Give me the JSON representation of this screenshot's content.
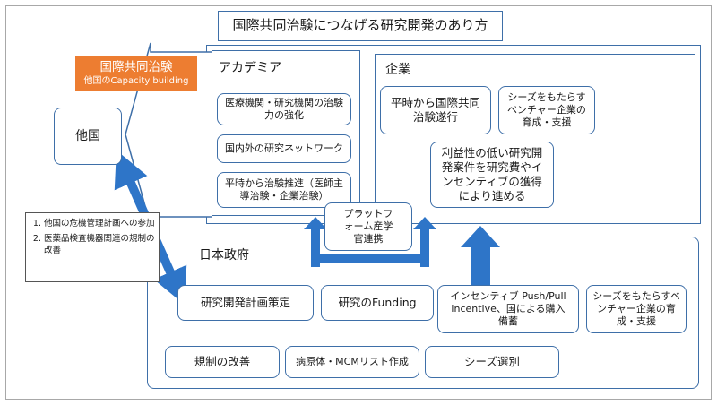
{
  "title": "国際共同治験につなげる研究開発のあり方",
  "intl_trial": {
    "title": "国際共同治験",
    "subtitle": "他国のCapacity building"
  },
  "other_country": "他国",
  "academia": {
    "title": "アカデミア",
    "items": [
      "医療機関・研究機関の治験力の強化",
      "国内外の研究ネットワーク",
      "平時から治験推進（医師主導治験・企業治験）"
    ]
  },
  "industry": {
    "title": "企業",
    "items": [
      "平時から国際共同治験遂行",
      "シーズをもたらすベンチャー企業の育成・支援",
      "利益性の低い研究開発案件を研究費やインセンティブの獲得により進める"
    ]
  },
  "platform": "プラットフォーム産学官連携",
  "government": {
    "title": "日本政府",
    "items": [
      "研究開発計画策定",
      "研究のFunding",
      "インセンティブ Push/Pull incentive、国による購入備蓄",
      "シーズをもたらすベンチャー企業の育成・支援",
      "規制の改善",
      "病原体・MCMリスト作成",
      "シーズ選別"
    ]
  },
  "notes": [
    "他国の危機管理計画への参加",
    "医薬品検査機器関連の規制の改善"
  ],
  "colors": {
    "border": "#3e6fa8",
    "arrow": "#2e75c8",
    "orange": "#ed7d31"
  }
}
